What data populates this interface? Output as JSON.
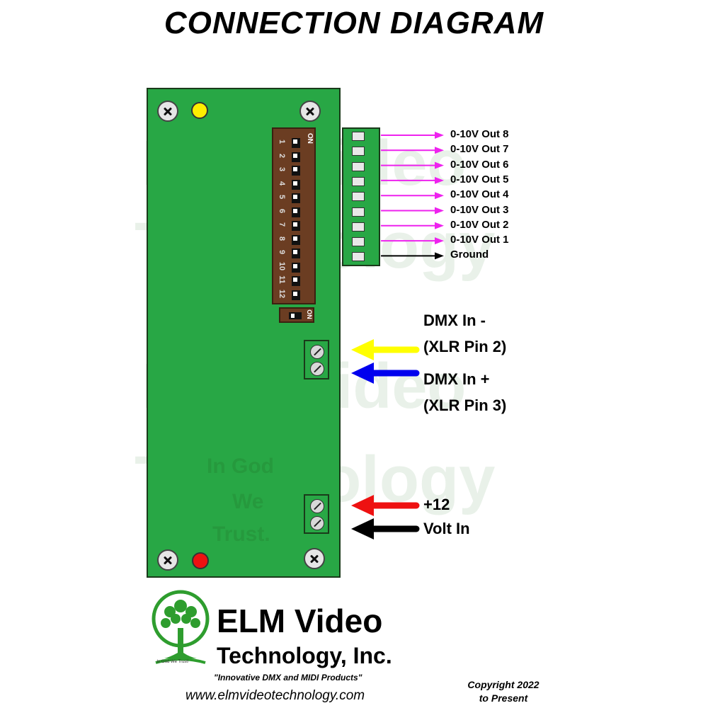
{
  "title": "CONNECTION DIAGRAM",
  "watermark": {
    "lines": [
      "ELM Video",
      "Technology",
      "ELM Video",
      "Technology"
    ],
    "motto": [
      "In God",
      "We",
      "Trust."
    ]
  },
  "board": {
    "dip_switch": {
      "on_label": "ON",
      "numbers": [
        "1",
        "2",
        "3",
        "4",
        "5",
        "6",
        "7",
        "8",
        "9",
        "10",
        "11",
        "12"
      ]
    },
    "dip_switch_2": {
      "on_label": "ON"
    },
    "led_top_color": "#ffee00",
    "led_bottom_color": "#ee1111",
    "board_color": "#28a745"
  },
  "outputs": [
    {
      "label": "0-10V Out 8",
      "color": "#ee22ee"
    },
    {
      "label": "0-10V Out 7",
      "color": "#ee22ee"
    },
    {
      "label": "0-10V Out 6",
      "color": "#ee22ee"
    },
    {
      "label": "0-10V Out 5",
      "color": "#ee22ee"
    },
    {
      "label": "0-10V Out 4",
      "color": "#ee22ee"
    },
    {
      "label": "0-10V Out 3",
      "color": "#ee22ee"
    },
    {
      "label": "0-10V Out 2",
      "color": "#ee22ee"
    },
    {
      "label": "0-10V Out 1",
      "color": "#ee22ee"
    },
    {
      "label": "Ground",
      "color": "#000000"
    }
  ],
  "dmx": {
    "minus_line1": "DMX In -",
    "minus_line2": "(XLR Pin 2)",
    "minus_color": "#ffff00",
    "plus_line1": "DMX In +",
    "plus_line2": "(XLR Pin 3)",
    "plus_color": "#0000ee"
  },
  "power": {
    "plus_label": "+12",
    "plus_color": "#ee1111",
    "volt_label": "Volt In",
    "volt_color": "#000000"
  },
  "brand": {
    "name": "ELM Video",
    "subtitle": "Technology, Inc.",
    "tagline": "\"Innovative DMX and MIDI Products\"",
    "website": "www.elmvideotechnology.com",
    "logo_motto": "In God We Trust!"
  },
  "copyright": {
    "line1": "Copyright 2022",
    "line2": "to Present"
  }
}
